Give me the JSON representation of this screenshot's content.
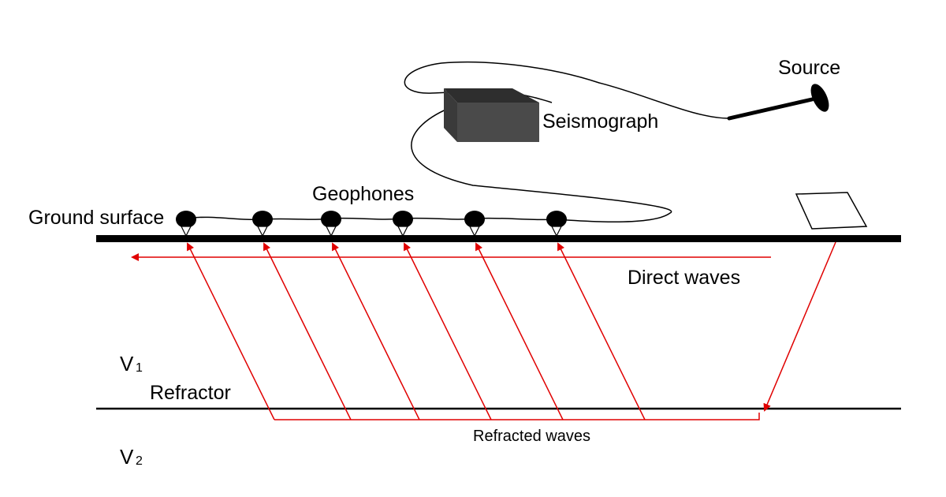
{
  "labels": {
    "source": "Source",
    "seismograph": "Seismograph",
    "geophones": "Geophones",
    "ground_surface": "Ground surface",
    "direct_waves": "Direct waves",
    "refractor": "Refractor",
    "refracted_waves": "Refracted waves",
    "v1_main": "V",
    "v1_sub": "1",
    "v2_main": "V",
    "v2_sub": "2"
  },
  "colors": {
    "wave": "#e00000",
    "ink": "#000000",
    "instrument_front": "#4a4a4a",
    "instrument_top": "#2e2e2e"
  },
  "geophone_count": 6
}
